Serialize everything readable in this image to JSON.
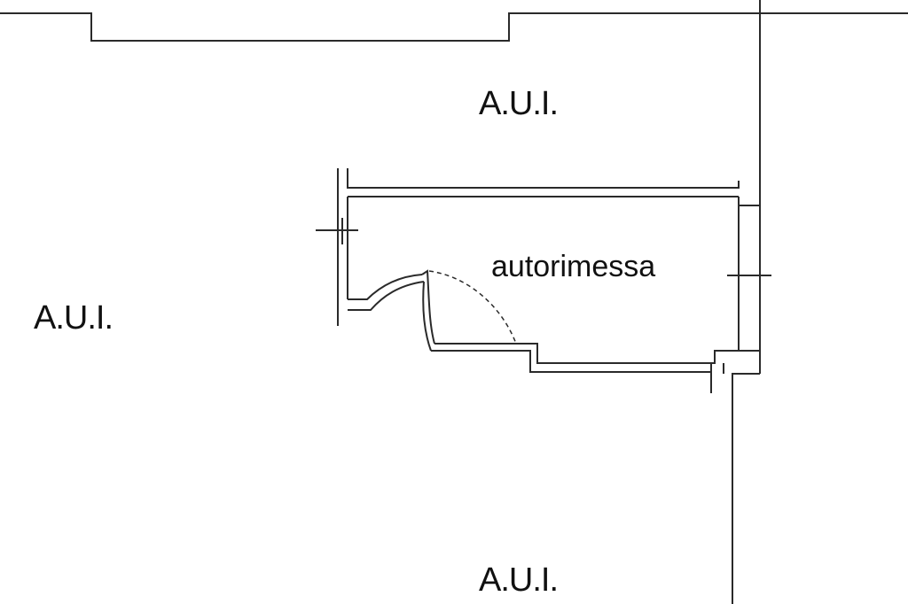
{
  "plan": {
    "labels": {
      "aui_top": "A.U.I.",
      "aui_left": "A.U.I.",
      "aui_bottom": "A.U.I.",
      "room": "autorimessa"
    },
    "line_color": "#2a2a2a",
    "background_color": "#ffffff"
  }
}
